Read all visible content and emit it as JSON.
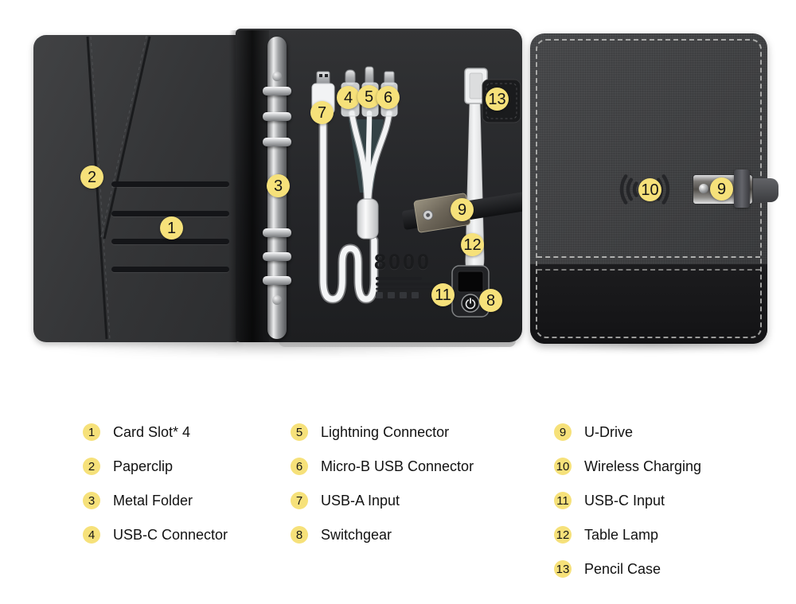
{
  "colors": {
    "badge_bg": "#f6e17a",
    "badge_text": "#161616"
  },
  "open_view": {
    "capacity_label": "8000",
    "callouts": [
      "2",
      "1",
      "3",
      "7",
      "4",
      "5",
      "6",
      "13",
      "9",
      "12",
      "11",
      "8"
    ]
  },
  "closed_view": {
    "callouts": [
      "10",
      "9"
    ]
  },
  "legend": {
    "columns": [
      {
        "items": [
          {
            "num": "1",
            "label": "Card Slot* 4"
          },
          {
            "num": "2",
            "label": "Paperclip"
          },
          {
            "num": "3",
            "label": "Metal Folder"
          },
          {
            "num": "4",
            "label": "USB-C Connector"
          }
        ]
      },
      {
        "items": [
          {
            "num": "5",
            "label": "Lightning Connector"
          },
          {
            "num": "6",
            "label": "Micro-B USB Connector"
          },
          {
            "num": "7",
            "label": "USB-A Input"
          },
          {
            "num": "8",
            "label": "Switchgear"
          }
        ]
      },
      {
        "items": [
          {
            "num": "9",
            "label": "U-Drive"
          },
          {
            "num": "10",
            "label": "Wireless Charging"
          },
          {
            "num": "11",
            "label": "USB-C Input"
          },
          {
            "num": "12",
            "label": "Table Lamp"
          },
          {
            "num": "13",
            "label": "Pencil Case"
          }
        ]
      }
    ]
  }
}
